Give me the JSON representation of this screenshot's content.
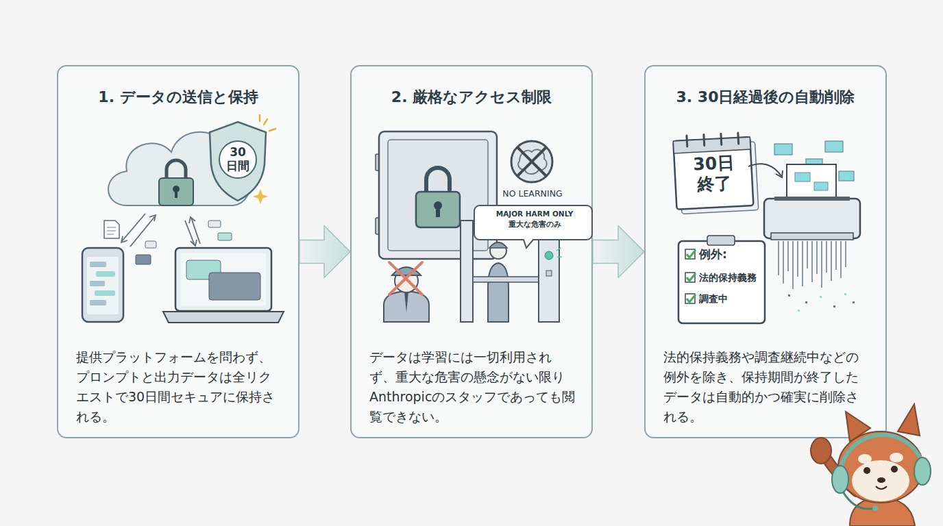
{
  "diagram": {
    "nodes": [
      {
        "text": [
          "1. データの送信と保持",
          "提供プラットフォームを問わず、プロンプトと出力データは全リクエストで30日間セキュアに保持される。"
        ]
      },
      {
        "text": [
          "2. 厳格なアクセス制限",
          "データは学習には一切利用されず、重大な危害の懸念がない限りAnthropicのスタッフであっても閲覧できない。"
        ]
      },
      {
        "text": [
          "3. 30日経過後の自動削除",
          "法的保持義務や調査継続中などの例外を除き、保持期間が終了したデータは自動的かつ確実に削除される。"
        ]
      }
    ],
    "edges": [
      {
        "from": 0,
        "to": 1,
        "arrow": "to"
      },
      {
        "from": 1,
        "to": 2,
        "arrow": "to"
      }
    ],
    "labels": [
      "30 日間",
      "NO LEARNING",
      "MAJOR HARM ONLY 重大な危害のみ",
      "30日 終了",
      "例外:",
      "法的保持義務",
      "調査中"
    ]
  }
}
